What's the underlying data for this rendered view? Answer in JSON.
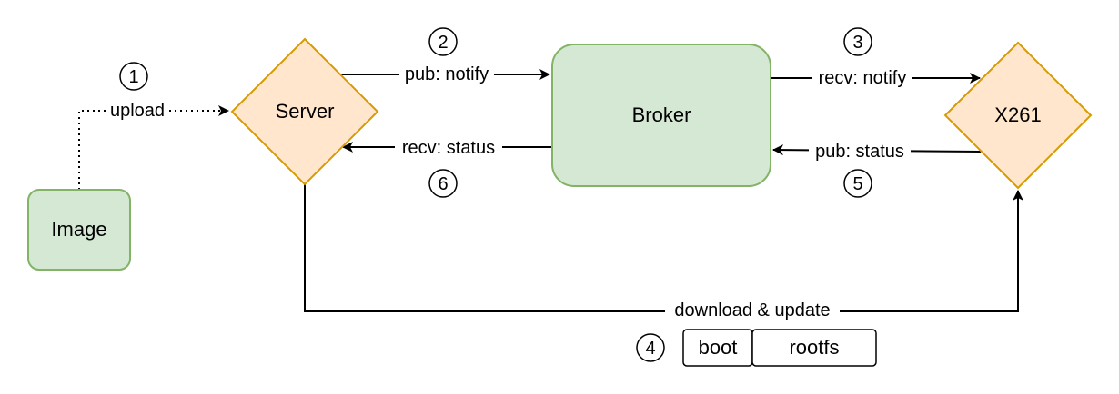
{
  "nodes": {
    "image": "Image",
    "server": "Server",
    "broker": "Broker",
    "device": "X261"
  },
  "edges": {
    "upload": "upload",
    "pub_notify": "pub: notify",
    "recv_notify": "recv: notify",
    "pub_status": "pub: status",
    "recv_status": "recv: status",
    "download_update": "download & update"
  },
  "steps": [
    "1",
    "2",
    "3",
    "4",
    "5",
    "6"
  ],
  "parts": [
    "boot",
    "rootfs"
  ],
  "colors": {
    "rect_fill": "#d5e8d4",
    "rect_stroke": "#82b366",
    "diamond_fill": "#ffe6cc",
    "diamond_stroke": "#d79b00",
    "line": "#000000"
  }
}
